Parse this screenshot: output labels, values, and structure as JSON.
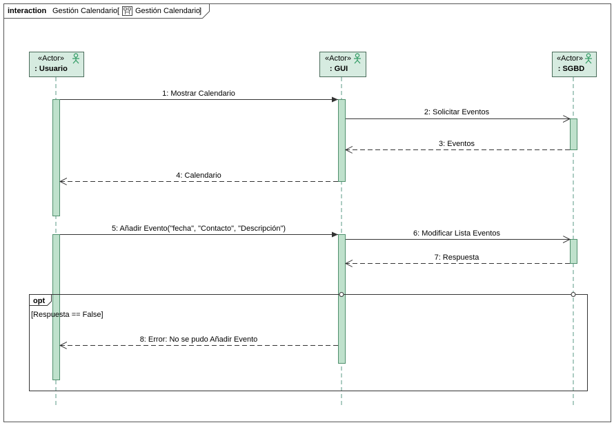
{
  "frame": {
    "keyword": "interaction",
    "name": "Gestión Calendario",
    "ref_open": "[",
    "ref_name": "Gestión Calendario",
    "ref_close": "]",
    "diagram_icon": "sequence-diagram-icon"
  },
  "lifelines": [
    {
      "stereotype": "«Actor»",
      "name": ": Usuario",
      "icon": "actor-icon"
    },
    {
      "stereotype": "«Actor»",
      "name": ": GUI",
      "icon": "actor-icon"
    },
    {
      "stereotype": "«Actor»",
      "name": ": SGBD",
      "icon": "actor-icon"
    }
  ],
  "messages": [
    {
      "label": "1: Mostrar Calendario",
      "kind": "sync"
    },
    {
      "label": "2: Solicitar Eventos",
      "kind": "async"
    },
    {
      "label": "3: Eventos",
      "kind": "reply"
    },
    {
      "label": "4: Calendario",
      "kind": "reply"
    },
    {
      "label": "5: Añadir Evento(\"fecha\", \"Contacto\", \"Descripción\")",
      "kind": "sync"
    },
    {
      "label": "6: Modificar Lista Eventos",
      "kind": "async"
    },
    {
      "label": "7: Respuesta",
      "kind": "reply"
    },
    {
      "label": "8: Error: No se pudo Añadir Evento",
      "kind": "reply"
    }
  ],
  "fragment": {
    "operator": "opt",
    "guard": "[Respuesta == False]"
  },
  "colors": {
    "head_fill": "#d6ebe0",
    "head_stroke": "#4a6b5a",
    "activation_fill": "#bfe1cc",
    "activation_stroke": "#4f8f6c",
    "lifeline": "#5a9a84",
    "actor_icon": "#2e9a62",
    "line": "#000000"
  }
}
